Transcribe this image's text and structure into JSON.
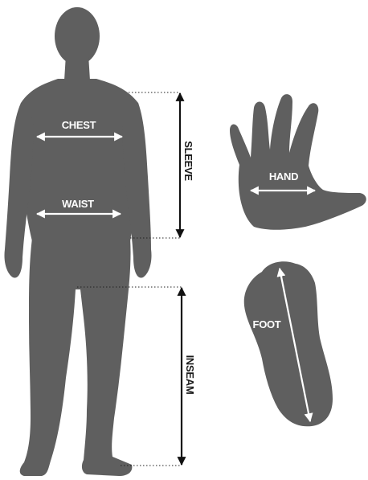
{
  "labels": {
    "chest": "CHEST",
    "waist": "WAIST",
    "sleeve": "SLEEVE",
    "inseam": "INSEAM",
    "hand": "HAND",
    "foot": "FOOT"
  },
  "colors": {
    "silhouette": "#5f5f5f",
    "arrow_on_body": "#ffffff",
    "arrow_outside": "#111111",
    "background": "#ffffff"
  }
}
